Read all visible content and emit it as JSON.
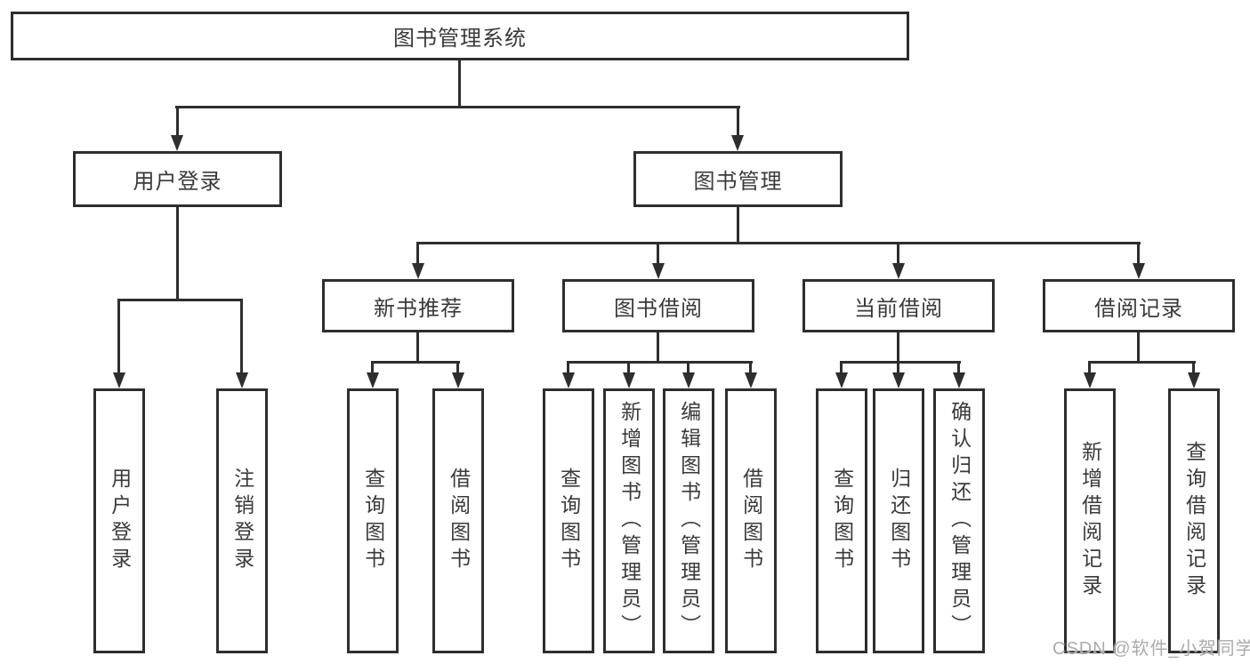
{
  "colors": {
    "line": "#2e2e2e",
    "text": "#3a3a3a",
    "watermark": "#ababab",
    "background": "#ffffff"
  },
  "watermark": {
    "text": "CSDN @软件_小贺同学"
  },
  "tree": {
    "root": {
      "label": "图书管理系统",
      "children": [
        {
          "label": "用户登录",
          "children": [
            {
              "label": "用户登录"
            },
            {
              "label": "注销登录"
            }
          ]
        },
        {
          "label": "图书管理",
          "children": [
            {
              "label": "新书推荐",
              "children": [
                {
                  "label": "查询图书"
                },
                {
                  "label": "借阅图书"
                }
              ]
            },
            {
              "label": "图书借阅",
              "children": [
                {
                  "label": "查询图书"
                },
                {
                  "label": "新增图书（管理员）"
                },
                {
                  "label": "编辑图书（管理员）"
                },
                {
                  "label": "借阅图书"
                }
              ]
            },
            {
              "label": "当前借阅",
              "children": [
                {
                  "label": "查询图书"
                },
                {
                  "label": "归还图书"
                },
                {
                  "label": "确认归还（管理员）"
                }
              ]
            },
            {
              "label": "借阅记录",
              "children": [
                {
                  "label": "新增借阅记录"
                },
                {
                  "label": "查询借阅记录"
                }
              ]
            }
          ]
        }
      ]
    }
  }
}
